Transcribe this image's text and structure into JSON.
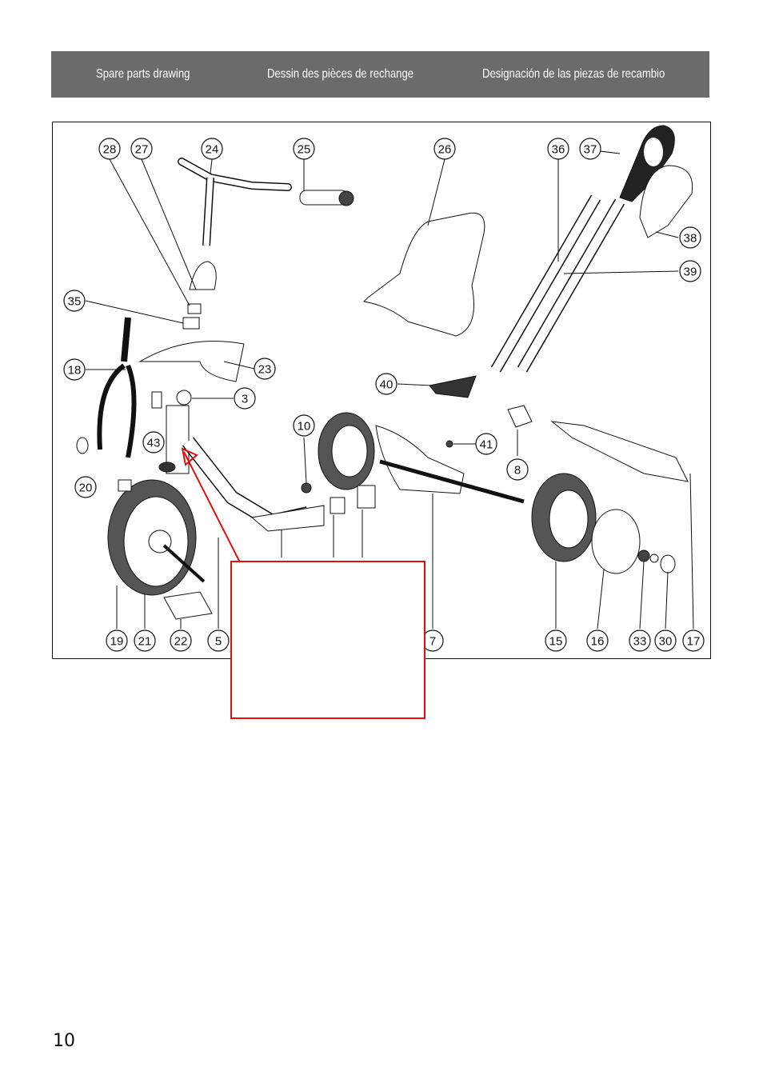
{
  "header": {
    "col1": "Spare parts drawing",
    "col2": "Dessin des pièces de rechange",
    "col3": "Designación de las piezas de recambio"
  },
  "part_labels": [
    "28",
    "27",
    "24",
    "25",
    "26",
    "36",
    "37",
    "38",
    "39",
    "35",
    "18",
    "23",
    "3",
    "40",
    "10",
    "41",
    "43",
    "8",
    "20",
    "19",
    "21",
    "22",
    "5",
    "7",
    "15",
    "16",
    "33",
    "30",
    "17"
  ],
  "page_number": "10",
  "colors": {
    "header_bg": "#6b6b6b",
    "callout_border": "#e01010"
  }
}
